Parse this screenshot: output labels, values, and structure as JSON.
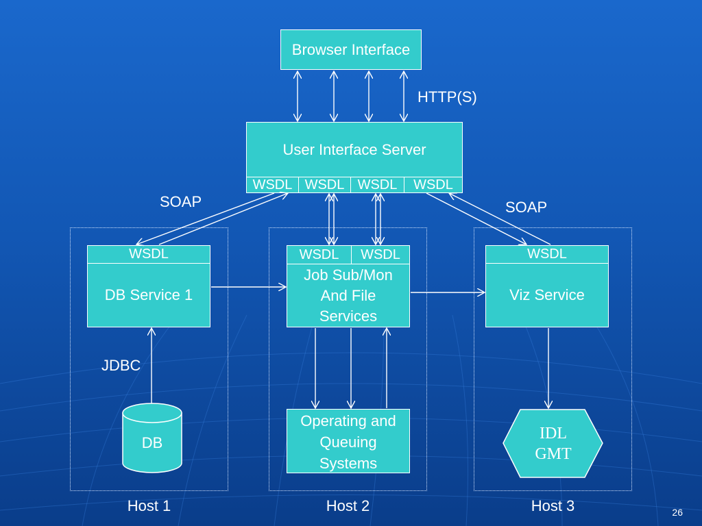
{
  "diagram": {
    "browser_interface": "Browser Interface",
    "http_label": "HTTP(S)",
    "ui_server": {
      "title": "User Interface Server",
      "wsdl": [
        "WSDL",
        "WSDL",
        "WSDL",
        "WSDL"
      ]
    },
    "soap_left": "SOAP",
    "soap_right": "SOAP",
    "db_service": {
      "wsdl": "WSDL",
      "title": "DB Service 1"
    },
    "job_service": {
      "wsdl": [
        "WSDL",
        "WSDL"
      ],
      "title_lines": [
        "Job Sub/Mon",
        "And File",
        "Services"
      ]
    },
    "viz_service": {
      "wsdl": "WSDL",
      "title": "Viz Service"
    },
    "jdbc_label": "JDBC",
    "db": "DB",
    "operating_systems": [
      "Operating and",
      "Queuing",
      "Systems"
    ],
    "idl_gmt": [
      "IDL",
      "GMT"
    ],
    "hosts": [
      "Host 1",
      "Host 2",
      "Host 3"
    ]
  },
  "slide_number": "26",
  "colors": {
    "box_fill": "#33cccc",
    "background": "#1257b4",
    "line": "#ffffff"
  }
}
